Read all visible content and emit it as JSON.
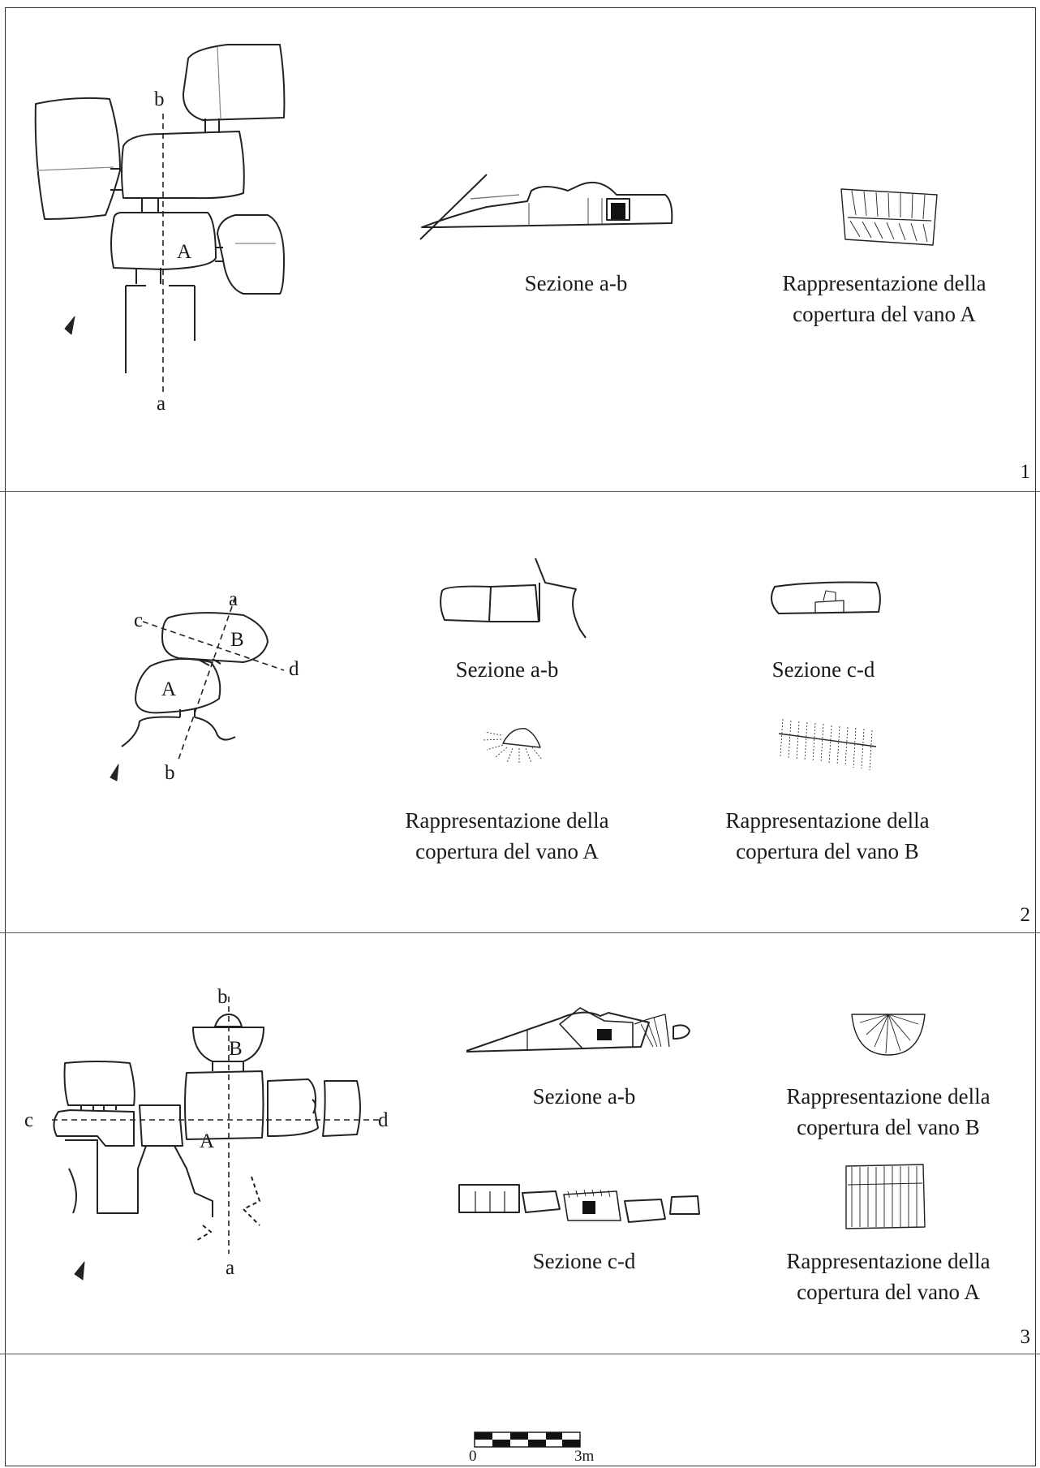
{
  "panel1": {
    "number": "1",
    "points": {
      "a": "a",
      "b": "b"
    },
    "rooms": {
      "A": "A"
    },
    "section_ab": "Sezione a-b",
    "roof_a_line1": "Rappresentazione della",
    "roof_a_line2": "copertura del vano A"
  },
  "panel2": {
    "number": "2",
    "points": {
      "a": "a",
      "b": "b",
      "c": "c",
      "d": "d"
    },
    "rooms": {
      "A": "A",
      "B": "B"
    },
    "section_ab": "Sezione a-b",
    "section_cd": "Sezione c-d",
    "roof_a_line1": "Rappresentazione della",
    "roof_a_line2": "copertura del vano A",
    "roof_b_line1": "Rappresentazione della",
    "roof_b_line2": "copertura del vano B"
  },
  "panel3": {
    "number": "3",
    "points": {
      "a": "a",
      "b": "b",
      "c": "c",
      "d": "d"
    },
    "rooms": {
      "A": "A",
      "B": "B"
    },
    "section_ab": "Sezione a-b",
    "section_cd": "Sezione c-d",
    "roof_b_line1": "Rappresentazione della",
    "roof_b_line2": "copertura del vano B",
    "roof_a_line1": "Rappresentazione della",
    "roof_a_line2": "copertura del vano A"
  },
  "scale": {
    "start": "0",
    "end": "3m"
  }
}
